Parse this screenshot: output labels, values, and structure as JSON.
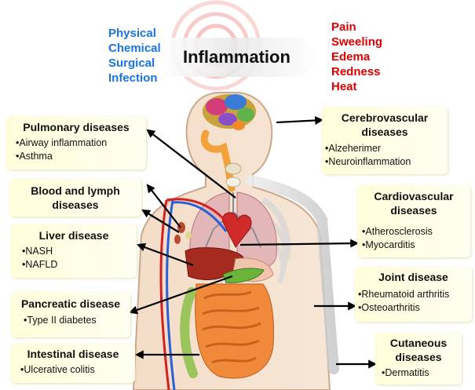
{
  "causes": [
    "Physical",
    "Chemical",
    "Surgical",
    "Infection"
  ],
  "title": "Inflammation",
  "symptoms": [
    "Pain",
    "Sweeling",
    "Edema",
    "Redness",
    "Heat"
  ],
  "colors": {
    "causes": "#1a73e8",
    "symptoms": "#e00000",
    "box": "#fffbd6"
  },
  "boxes": {
    "pulmonary": {
      "title": "Pulmonary diseases",
      "items": [
        "Airway inflammation",
        "Asthma"
      ]
    },
    "blood": {
      "title_lines": [
        "Blood and lymph",
        "diseases"
      ]
    },
    "liver": {
      "title": "Liver disease",
      "items": [
        "NASH",
        "NAFLD"
      ]
    },
    "pancreatic": {
      "title": "Pancreatic disease",
      "items": [
        "Type II diabetes"
      ]
    },
    "intestinal": {
      "title": "Intestinal disease",
      "items": [
        "Ulcerative colitis"
      ]
    },
    "cerebro": {
      "title_lines": [
        "Cerebrovascular",
        "diseases"
      ],
      "items": [
        "Alzeherimer",
        "Neuroinflammation"
      ]
    },
    "cardio": {
      "title_lines": [
        "Cardiovascular",
        "diseases"
      ],
      "items": [
        "Atherosclerosis",
        "Myocarditis"
      ]
    },
    "joint": {
      "title": "Joint disease",
      "items": [
        "Rheumatoid arthritis",
        "Osteoarthritis"
      ]
    },
    "cutaneous": {
      "title_lines": [
        "Cutaneous",
        "diseases"
      ],
      "items": [
        "Dermatitis"
      ]
    }
  }
}
